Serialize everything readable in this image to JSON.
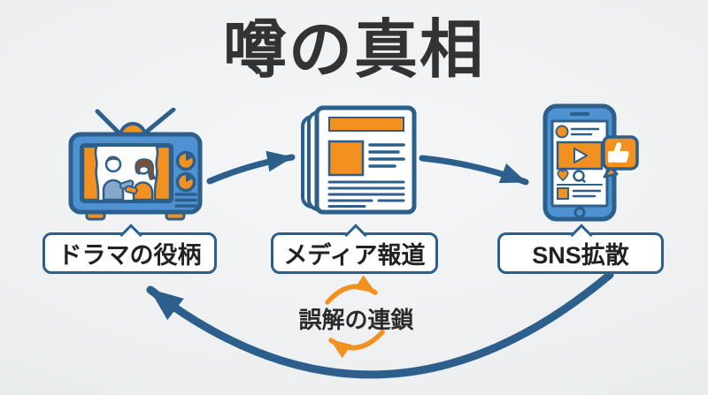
{
  "title": "噂の真相",
  "flow": {
    "nodes": [
      {
        "label": "ドラマの役柄",
        "icon": "tv-icon"
      },
      {
        "label": "メディア報道",
        "icon": "newspaper-icon"
      },
      {
        "label": "SNS拡散",
        "icon": "smartphone-icon"
      }
    ],
    "cycle_label": "誤解の連鎖"
  },
  "colors": {
    "navy": "#2d5f8c",
    "device_blue": "#4e92d2",
    "orange": "#f29120",
    "background": "#edeff0",
    "title_text": "#333333"
  }
}
